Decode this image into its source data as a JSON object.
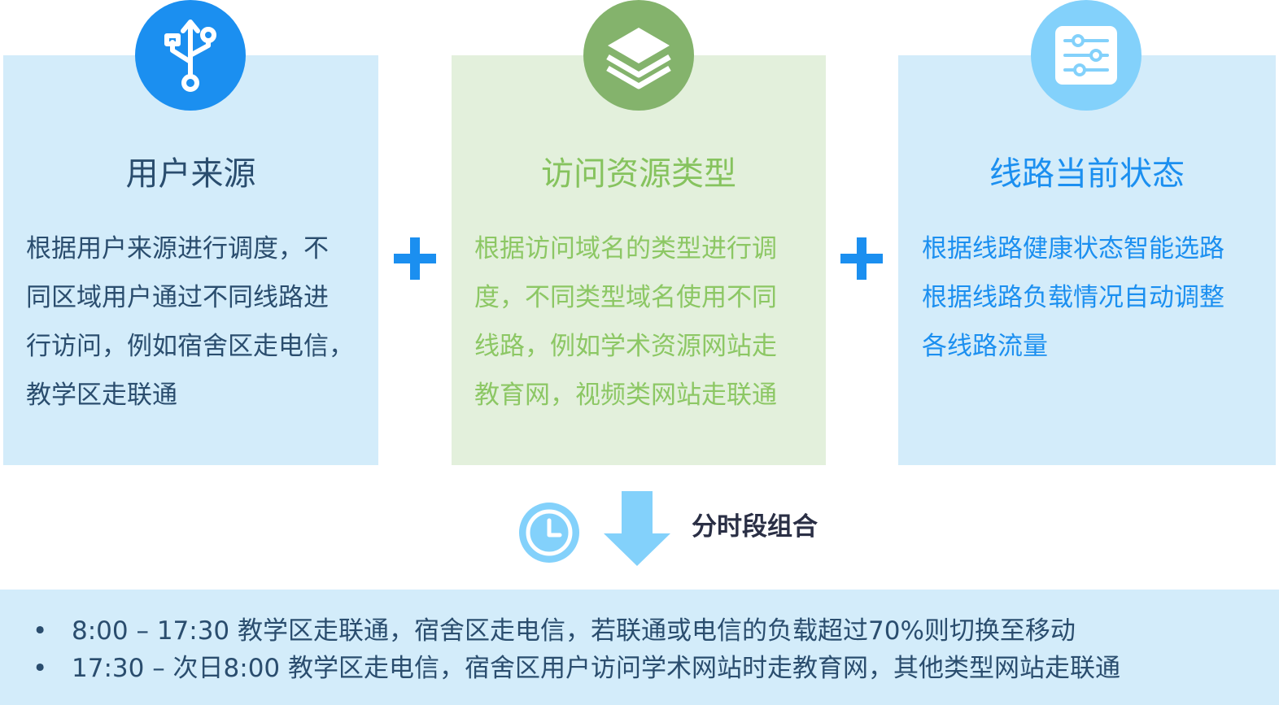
{
  "cards": [
    {
      "icon": "usb-icon",
      "title": "用户来源",
      "lines": [
        "根据用户来源进行调度，不",
        "同区域用户通过不同线路进",
        "行访问，例如宿舍区走电信，",
        "教学区走联通"
      ]
    },
    {
      "icon": "layers-icon",
      "title": "访问资源类型",
      "lines": [
        "根据访问域名的类型进行调",
        "度，不同类型域名使用不同",
        "线路，例如学术资源网站走",
        "教育网，视频类网站走联通"
      ]
    },
    {
      "icon": "sliders-icon",
      "title": "线路当前状态",
      "lines": [
        "根据线路健康状态智能选路",
        "根据线路负载情况自动调整",
        "各线路流量"
      ]
    }
  ],
  "combo_label": "分时段组合",
  "schedule": [
    "8:00 – 17:30 教学区走联通，宿舍区走电信，若联通或电信的负载超过70%则切换至移动",
    "17:30 – 次日8:00 教学区走电信，宿舍区用户访问学术网站时走教育网，其他类型网站走联通"
  ],
  "colors": {
    "blue_accent": "#1b8ff0",
    "green_accent": "#84b36c",
    "light_blue": "#83d1fb",
    "panel_blue": "#d3ecfa",
    "panel_green": "#e3f0dc",
    "dark_text": "#2a4d6e"
  }
}
